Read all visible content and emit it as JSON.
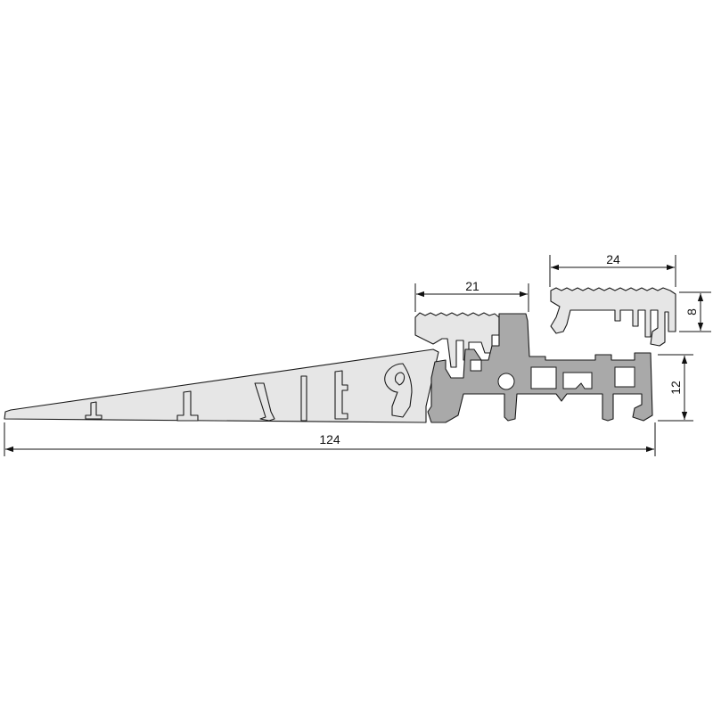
{
  "dimensions": {
    "total_width": "124",
    "top_insert_width": "21",
    "cap_width": "24",
    "cap_height": "8",
    "core_height": "12"
  },
  "colors": {
    "light_profile": "#e6e6e6",
    "dark_profile": "#a9a9a9",
    "outline": "#1a1a1a",
    "background": "#ffffff"
  }
}
